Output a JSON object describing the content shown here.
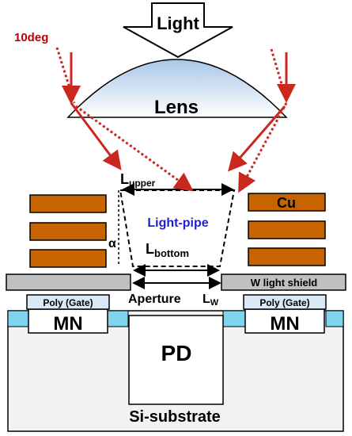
{
  "labels": {
    "light": "Light",
    "angle": "10deg",
    "lens": "Lens",
    "l_upper_main": "L",
    "l_upper_sub": "upper",
    "cu": "Cu",
    "light_pipe": "Light-pipe",
    "alpha": "α",
    "l_bottom_main": "L",
    "l_bottom_sub": "bottom",
    "w_light_shield": "W light shield",
    "aperture": "Aperture",
    "lw_main": "L",
    "lw_sub": "W",
    "poly_gate_left": "Poly (Gate)",
    "poly_gate_right": "Poly (Gate)",
    "mn_left": "MN",
    "mn_right": "MN",
    "pd": "PD",
    "substrate": "Si-substrate"
  },
  "colors": {
    "ray_red": "#c8281e",
    "angle_text": "#c00000",
    "cu": "#c86400",
    "shield": "#c0c0c0",
    "poly": "#dbe8f7",
    "sti": "#7fd4ef",
    "light_pipe_text": "#1f1fd0",
    "substrate": "#f2f2f2"
  }
}
